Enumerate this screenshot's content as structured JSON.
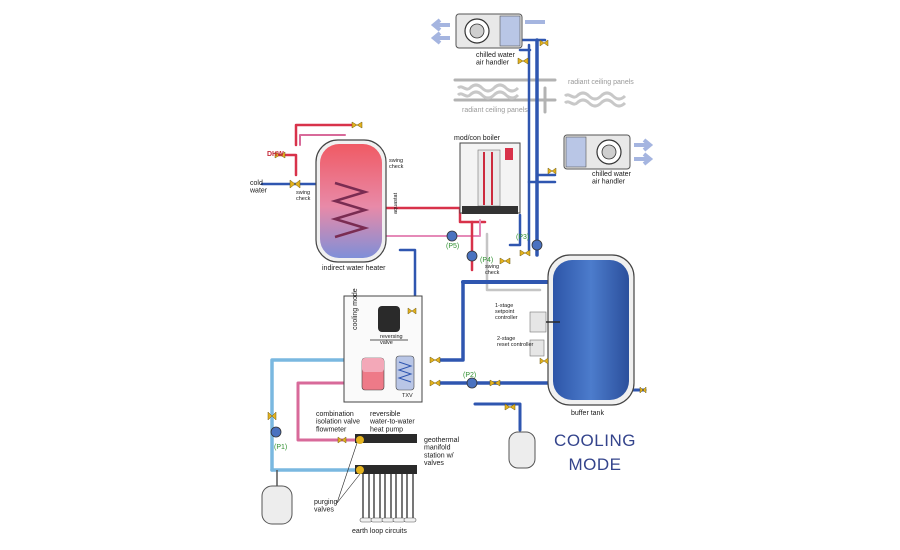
{
  "labels": {
    "dhw": "DHW",
    "cold_water": "cold\nwater",
    "swing_check_1": "swing\ncheck",
    "swing_check_2": "swing\ncheck",
    "swing_check_3": "swing\ncheck",
    "aquastat": "aquastat",
    "indirect_water_heater": "indirect water heater",
    "mod_con_boiler": "mod/con boiler",
    "chilled_air_handler_top": "chilled water\nair handler",
    "chilled_air_handler_right": "chilled water\nair handler",
    "radiant_panels_1": "radiant ceiling panels",
    "radiant_panels_2": "radiant ceiling panels",
    "cooling_mode_vertical": "cooling mode",
    "reversing_valve": "reversing\nvalve",
    "txv": "TXV",
    "setpoint_controller": "1-stage\nsetpoint\ncontroller",
    "reset_controller": "2-stage\nreset controller",
    "buffer_tank": "buffer tank",
    "combination_valve": "combination\nisolation valve\nflowmeter",
    "reversible_heat_pump": "reversible\nwater-to-water\nheat pump",
    "geothermal_manifold": "geothermal\nmanifold\nstation w/\nvalves",
    "purging_valves": "purging\nvalves",
    "earth_loop": "earth loop circuits",
    "p1": "(P1)",
    "p2": "(P2)",
    "p3": "(P3)",
    "p4": "(P4)",
    "p5": "(P5)",
    "mode_line1": "COOLING",
    "mode_line2": "MODE"
  },
  "colors": {
    "chilled": "#2f56b0",
    "hot": "#d8324a",
    "warm": "#d86a9a",
    "pink": "#e58ab8",
    "grey_pipe": "#b3b3b3",
    "ground": "#7ab8e0",
    "tank_blue": "#3a64b5",
    "valve": "#e4b21e",
    "pump_green": "#2f8f2f",
    "mode_text": "#34448c"
  }
}
